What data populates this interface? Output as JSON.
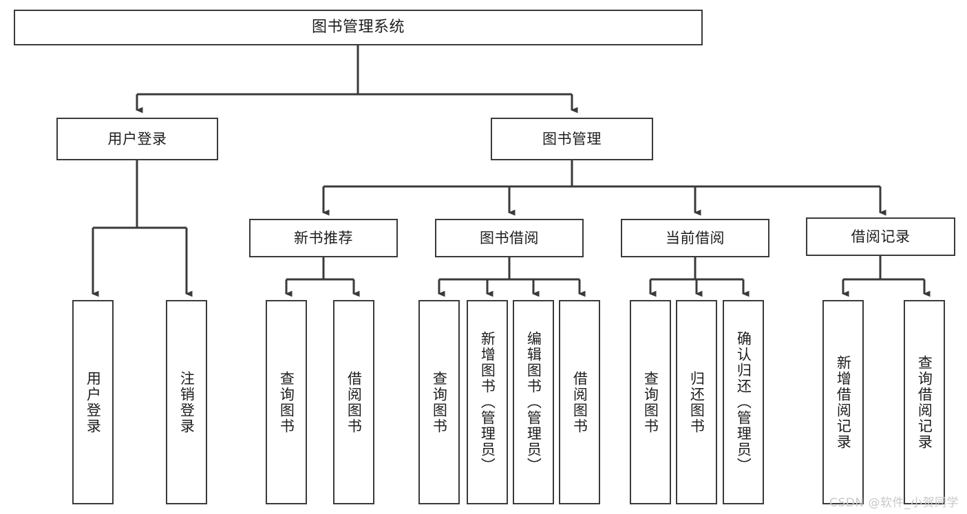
{
  "diagram": {
    "title": "图书管理系统",
    "type": "tree-hierarchy",
    "watermark": "CSDN @软件_小贺同学",
    "colors": {
      "box_border": "#3a3a3a",
      "box_fill": "#ffffff",
      "edge": "#3a3a3a",
      "text": "#1d1d1d",
      "watermark": "#c8c8c8",
      "background": "#ffffff"
    },
    "nodes": {
      "root": {
        "label": "图书管理系统"
      },
      "level2": [
        {
          "label": "用户登录"
        },
        {
          "label": "图书管理"
        }
      ],
      "level3": [
        {
          "label": "新书推荐"
        },
        {
          "label": "图书借阅"
        },
        {
          "label": "当前借阅"
        },
        {
          "label": "借阅记录"
        }
      ],
      "leaves_user_login": [
        {
          "label": "用户登录"
        },
        {
          "label": "注销登录"
        }
      ],
      "leaves_new_books": [
        {
          "label": "查询图书"
        },
        {
          "label": "借阅图书"
        }
      ],
      "leaves_borrow": [
        {
          "label": "查询图书"
        },
        {
          "label": "新增图书（管理员）"
        },
        {
          "label": "编辑图书（管理员）"
        },
        {
          "label": "借阅图书"
        }
      ],
      "leaves_current": [
        {
          "label": "查询图书"
        },
        {
          "label": "归还图书"
        },
        {
          "label": "确认归还（管理员）"
        }
      ],
      "leaves_records": [
        {
          "label": "新增借阅记录"
        },
        {
          "label": "查询借阅记录"
        }
      ]
    }
  }
}
